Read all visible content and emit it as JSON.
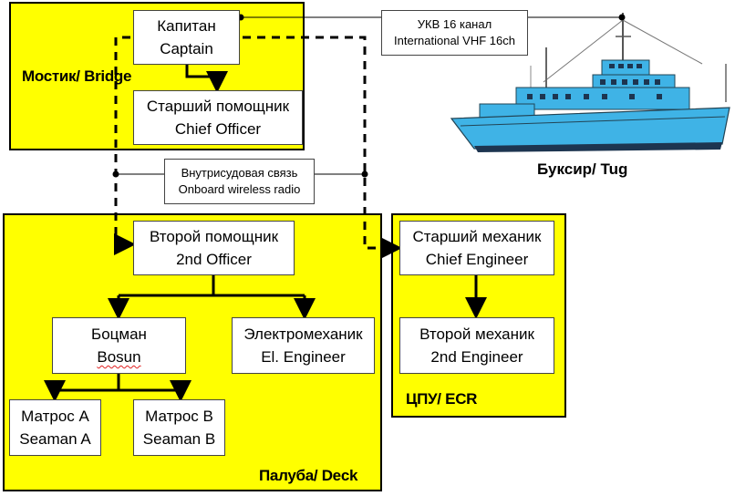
{
  "zones": {
    "bridge": "Мостик/ Bridge",
    "deck": "Палуба/ Deck",
    "ecr": "ЦПУ/ ECR"
  },
  "roles": {
    "captain": {
      "ru": "Капитан",
      "en": "Captain"
    },
    "chief_officer": {
      "ru": "Старший помощник",
      "en": "Chief Officer"
    },
    "second_officer": {
      "ru": "Второй помощник",
      "en": "2nd Officer"
    },
    "bosun": {
      "ru": "Боцман",
      "en": "Bosun"
    },
    "el_engineer": {
      "ru": "Электромеханик",
      "en": "El. Engineer"
    },
    "seaman_a": {
      "ru": "Матрос А",
      "en": "Seaman A"
    },
    "seaman_b": {
      "ru": "Матрос В",
      "en": "Seaman B"
    },
    "chief_engineer": {
      "ru": "Старший механик",
      "en": "Chief Engineer"
    },
    "second_engineer": {
      "ru": "Второй механик",
      "en": "2nd Engineer"
    }
  },
  "comms": {
    "vhf": {
      "ru": "УКВ 16 канал",
      "en": "International VHF 16ch"
    },
    "onboard": {
      "ru": "Внутрисудовая связь",
      "en": "Onboard wireless radio"
    }
  },
  "vessel": {
    "label": "Буксир/ Tug",
    "hull_color": "#3fb3e6"
  }
}
